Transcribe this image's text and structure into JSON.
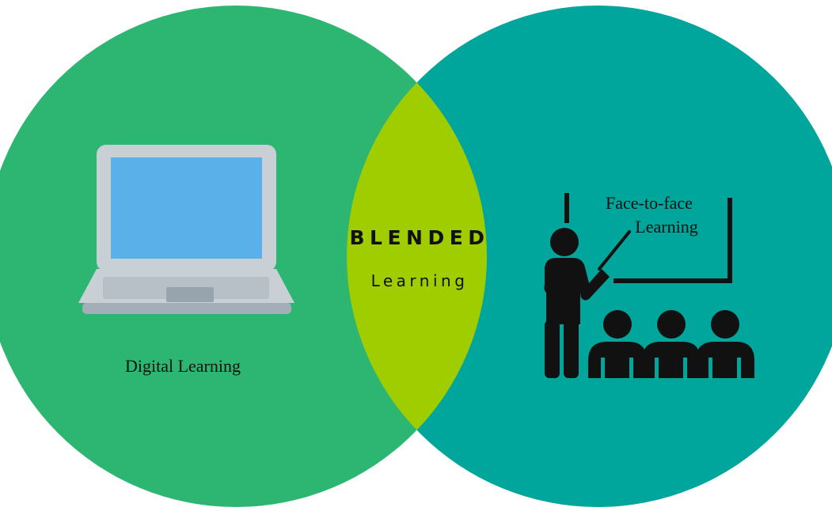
{
  "diagram": {
    "left_circle": {
      "label": "Digital Learning",
      "icon": "laptop-icon",
      "color": "#2db672"
    },
    "right_circle": {
      "label_line1": "Face-to-face",
      "label_line2": "Learning",
      "icon": "teacher-with-students-icon",
      "color": "#00a59b"
    },
    "intersection": {
      "title": "BLENDED",
      "subtitle": "Learning",
      "color": "#9fcd00"
    }
  }
}
